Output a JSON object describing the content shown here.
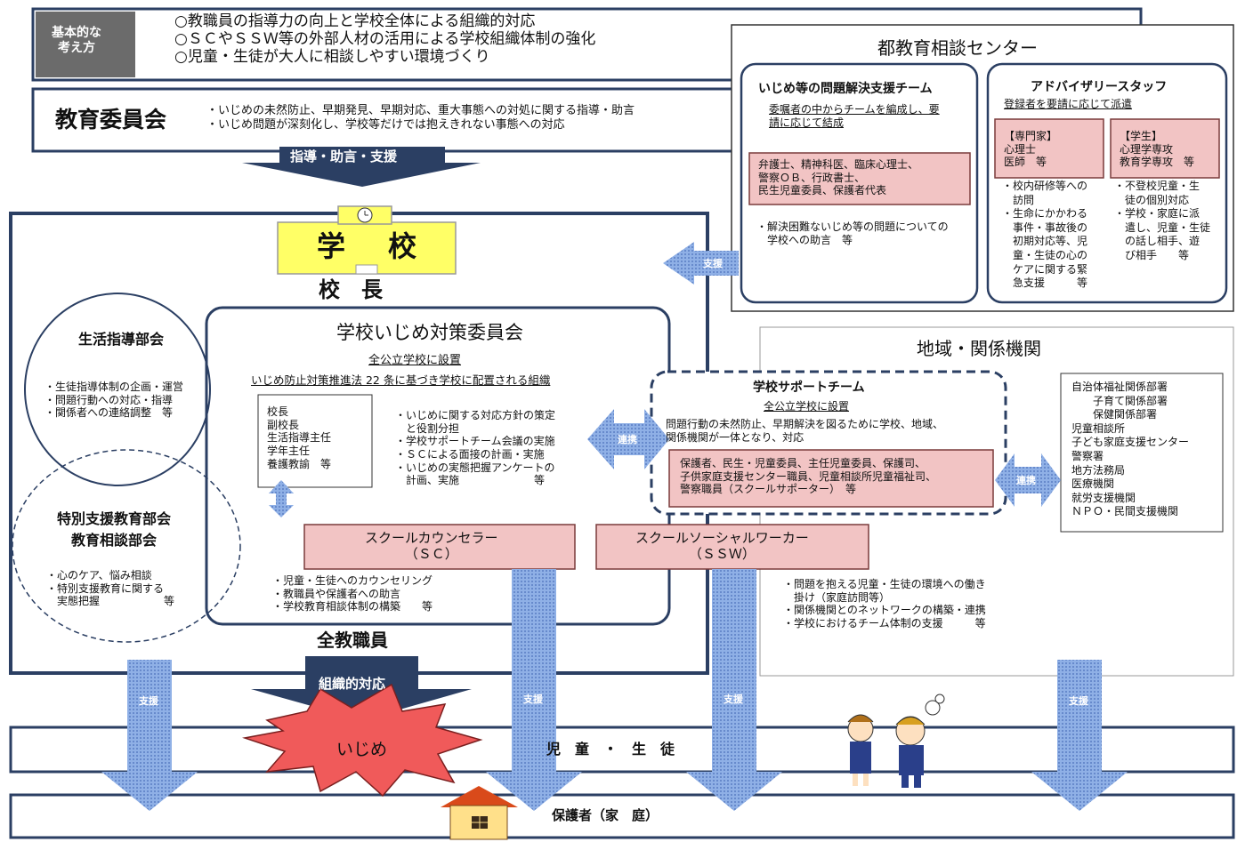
{
  "basic": {
    "label": "基本的な\n考え方",
    "lines": "○教職員の指導力の向上と学校全体による組織的対応\n○ＳＣやＳＳＷ等の外部人材の活用による学校組織体制の強化\n○児童・生徒が大人に相談しやすい環境づくり"
  },
  "board": {
    "title": "教育委員会",
    "lines": "・いじめの未然防止、早期発見、早期対応、重大事態への対処に関する指導・助言\n・いじめ問題が深刻化し、学校等だけでは抱えきれない事態への対応",
    "arrow_label": "指導・助言・支援"
  },
  "center": {
    "title": "都教育相談センター",
    "team_title": "いじめ等の問題解決支援チーム",
    "team_sub": "委嘱者の中からチームを編成し、要\n請に応じて結成",
    "team_members": "弁護士、精神科医、臨床心理士、\n警察ＯＢ、行政書士、\n民生児童委員、保護者代表",
    "team_note": "・解決困難ないじめ等の問題についての\n　学校への助言　等",
    "adv_title": "アドバイザリースタッフ",
    "adv_sub": "登録者を要請に応じて派遣",
    "expert_box": "【専門家】\n心理士\n医師　等",
    "expert_notes": "・校内研修等への\n　訪問\n・生命にかかわる\n　事件・事故後の\n　初期対応等、児\n　童・生徒の心の\n　ケアに関する緊\n　急支援　　　等",
    "student_box": "【学生】\n心理学専攻\n教育学専攻　等",
    "student_notes": "・不登校児童・生\n　徒の個別対応\n・学校・家庭に派\n　遣し、児童・生徒\n　の話し相手、遊\n　び相手　　等",
    "arrow_label": "支援"
  },
  "school": {
    "label_1": "学",
    "label_2": "校",
    "principal": "校　長",
    "all_staff": "全教職員",
    "org_response": "組織的対応"
  },
  "seikatsu": {
    "title": "生活指導部会",
    "lines": "・生徒指導体制の企画・運営\n・問題行動への対応・指導\n・関係者への連絡調整　等"
  },
  "tokubetsu": {
    "title": "特別支援教育部会\n教育相談部会",
    "lines": "・心のケア、悩み相談\n・特別支援教育に関する\n　実態把握　　　　　　等"
  },
  "committee": {
    "title": "学校いじめ対策委員会",
    "sub1": "全公立学校に設置",
    "sub2": "いじめ防止対策推進法 22 条に基づき学校に配置される組織",
    "members": "校長\n副校長\n生活指導主任\n学年主任\n養護教諭　等",
    "tasks": "・いじめに関する対応方針の策定\n　と役割分担\n・学校サポートチーム会議の実施\n・ＳＣによる面接の計画・実施\n・いじめの実態把握アンケートの\n　計画、実施　　　　　　　等",
    "link_label": "連携"
  },
  "sc": {
    "title": "スクールカウンセラー\n（ＳＣ）",
    "lines": "・児童・生徒へのカウンセリング\n・教職員や保護者への助言\n・学校教育相談体制の構築　　等"
  },
  "ssw": {
    "title": "スクールソーシャルワーカー\n（ＳＳＷ）",
    "lines": "・問題を抱える児童・生徒の環境への働き\n　掛け（家庭訪問等）\n・関係機関とのネットワークの構築・連携\n・学校におけるチーム体制の支援　　　等"
  },
  "support_team": {
    "title": "学校サポートチーム",
    "sub": "全公立学校に設置",
    "desc": "問題行動の未然防止、早期解決を図るために学校、地域、\n関係機関が一体となり、対応",
    "members": "保護者、民生・児童委員、主任児童委員、保護司、\n子供家庭支援センター職員、児童相談所児童福祉司、\n警察職員（スクールサポーター）　等",
    "link_label": "連携"
  },
  "region": {
    "title": "地域・関係機関",
    "list": "自治体福祉関係部署\n　　子育て関係部署\n　　保健関係部署\n児童相談所\n子ども家庭支援センター\n警察署\n地方法務局\n医療機関\n就労支援機関\nＮＰＯ・民間支援機関"
  },
  "bottom": {
    "support_label": "支援",
    "ijime": "いじめ",
    "students": "児　童　・　生　徒",
    "guardians": "保護者（家　庭）"
  },
  "colors": {
    "navy": "#2b3f63",
    "pink": "#f2c4c4",
    "school_yellow": "#ffff66",
    "arrow_blue": "#7a9ed8"
  }
}
